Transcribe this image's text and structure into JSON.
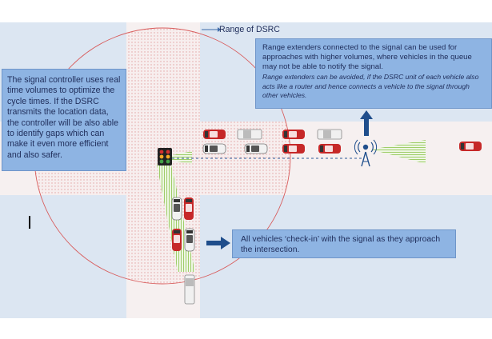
{
  "labels": {
    "dsrc_range": "Range of DSRC"
  },
  "callouts": {
    "controller": "The signal controller uses real time volumes to optimize the cycle times. If the DSRC transmits the location data, the controller will be also able to identify gaps which can make it even more efficient and also safer.",
    "range_extenders": "Range extenders connected to the signal can be used for approaches with higher volumes, where vehicles in the queue may not be able to notify the signal.",
    "range_extenders_note": "Range extenders can be avoided, if the DSRC unit of each vehicle also acts like a router and hence connects a vehicle to the signal through other vehicles.",
    "check_in": "All vehicles ‘check-in’ with the signal as they approach the intersection."
  },
  "colors": {
    "background_panel": "#dce6f2",
    "road": "#f6f0f0",
    "dsrc_dots": "#e6a5a5",
    "range_circle": "#d85c5c",
    "callout_fill": "#8eb4e3",
    "callout_text": "#1f2d5a",
    "arrow": "#1f4e8c",
    "sensing_zone": "#8bc34a",
    "car_red": "#c62828",
    "car_white": "#f2f2f2",
    "car_gray": "#8a8a8a"
  },
  "icons": {
    "signal": "traffic-light-icon",
    "tower": "antenna-tower-icon",
    "vehicle": "car-icon"
  }
}
